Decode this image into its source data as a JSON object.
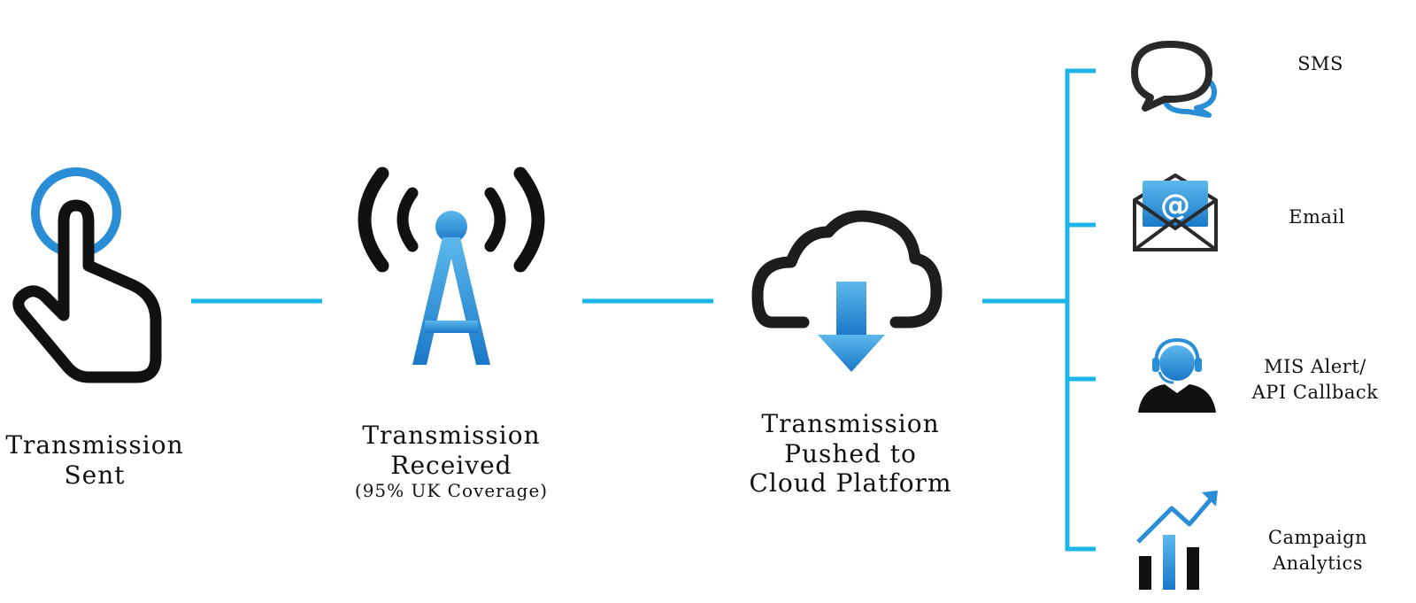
{
  "colors": {
    "accent": "#1fb4e8",
    "icon_blue": "#2a8ed6",
    "icon_dark": "#111111"
  },
  "steps": [
    {
      "label": [
        "Transmission",
        "Sent"
      ],
      "icon": "touch-hand-icon"
    },
    {
      "label": [
        "Transmission",
        "Received"
      ],
      "note": "(95% UK Coverage)",
      "icon": "antenna-tower-icon"
    },
    {
      "label": [
        "Transmission",
        "Pushed to",
        "Cloud Platform"
      ],
      "icon": "cloud-download-icon"
    }
  ],
  "outputs": [
    {
      "label": [
        "SMS"
      ],
      "icon": "chat-bubbles-icon"
    },
    {
      "label": [
        "Email"
      ],
      "icon": "email-envelope-icon"
    },
    {
      "label": [
        "MIS Alert/",
        "API Callback"
      ],
      "icon": "headset-agent-icon"
    },
    {
      "label": [
        "Campaign",
        "Analytics"
      ],
      "icon": "analytics-chart-icon"
    }
  ]
}
